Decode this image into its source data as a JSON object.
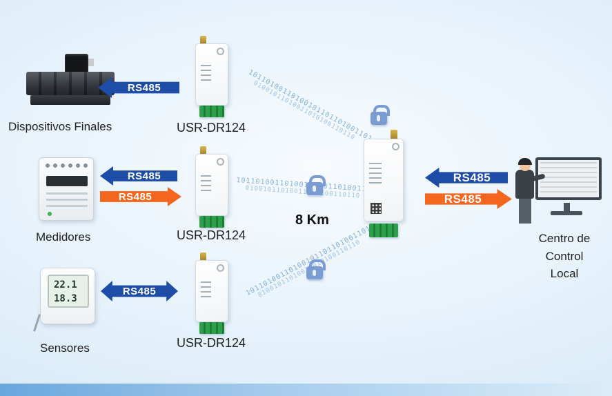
{
  "rows": [
    {
      "device_label": "Dispositivos Finales",
      "module_label": "USR-DR124",
      "arrow_left_label": "RS485"
    },
    {
      "device_label": "Medidores",
      "module_label": "USR-DR124",
      "arrow_left_label": "RS485",
      "arrow_right_label": "RS485"
    },
    {
      "device_label": "Sensores",
      "module_label": "USR-DR124",
      "arrow_both_label": "RS485",
      "sensor_display_top": "22.1",
      "sensor_display_bottom": "18.3"
    }
  ],
  "center": {
    "distance_label": "8 Km",
    "binary_line_a": "10110100110100101101101001101",
    "binary_line_b": "01001011010011010100110110"
  },
  "right": {
    "arrow_left_label": "RS485",
    "arrow_right_label": "RS485",
    "station_line1": "Centro de",
    "station_line2": "Control",
    "station_line3": "Local"
  },
  "colors": {
    "arrow_blue": "#1d4da6",
    "arrow_orange": "#f4661e",
    "binary": "#4088c6",
    "lock": "#7b9cd3"
  }
}
